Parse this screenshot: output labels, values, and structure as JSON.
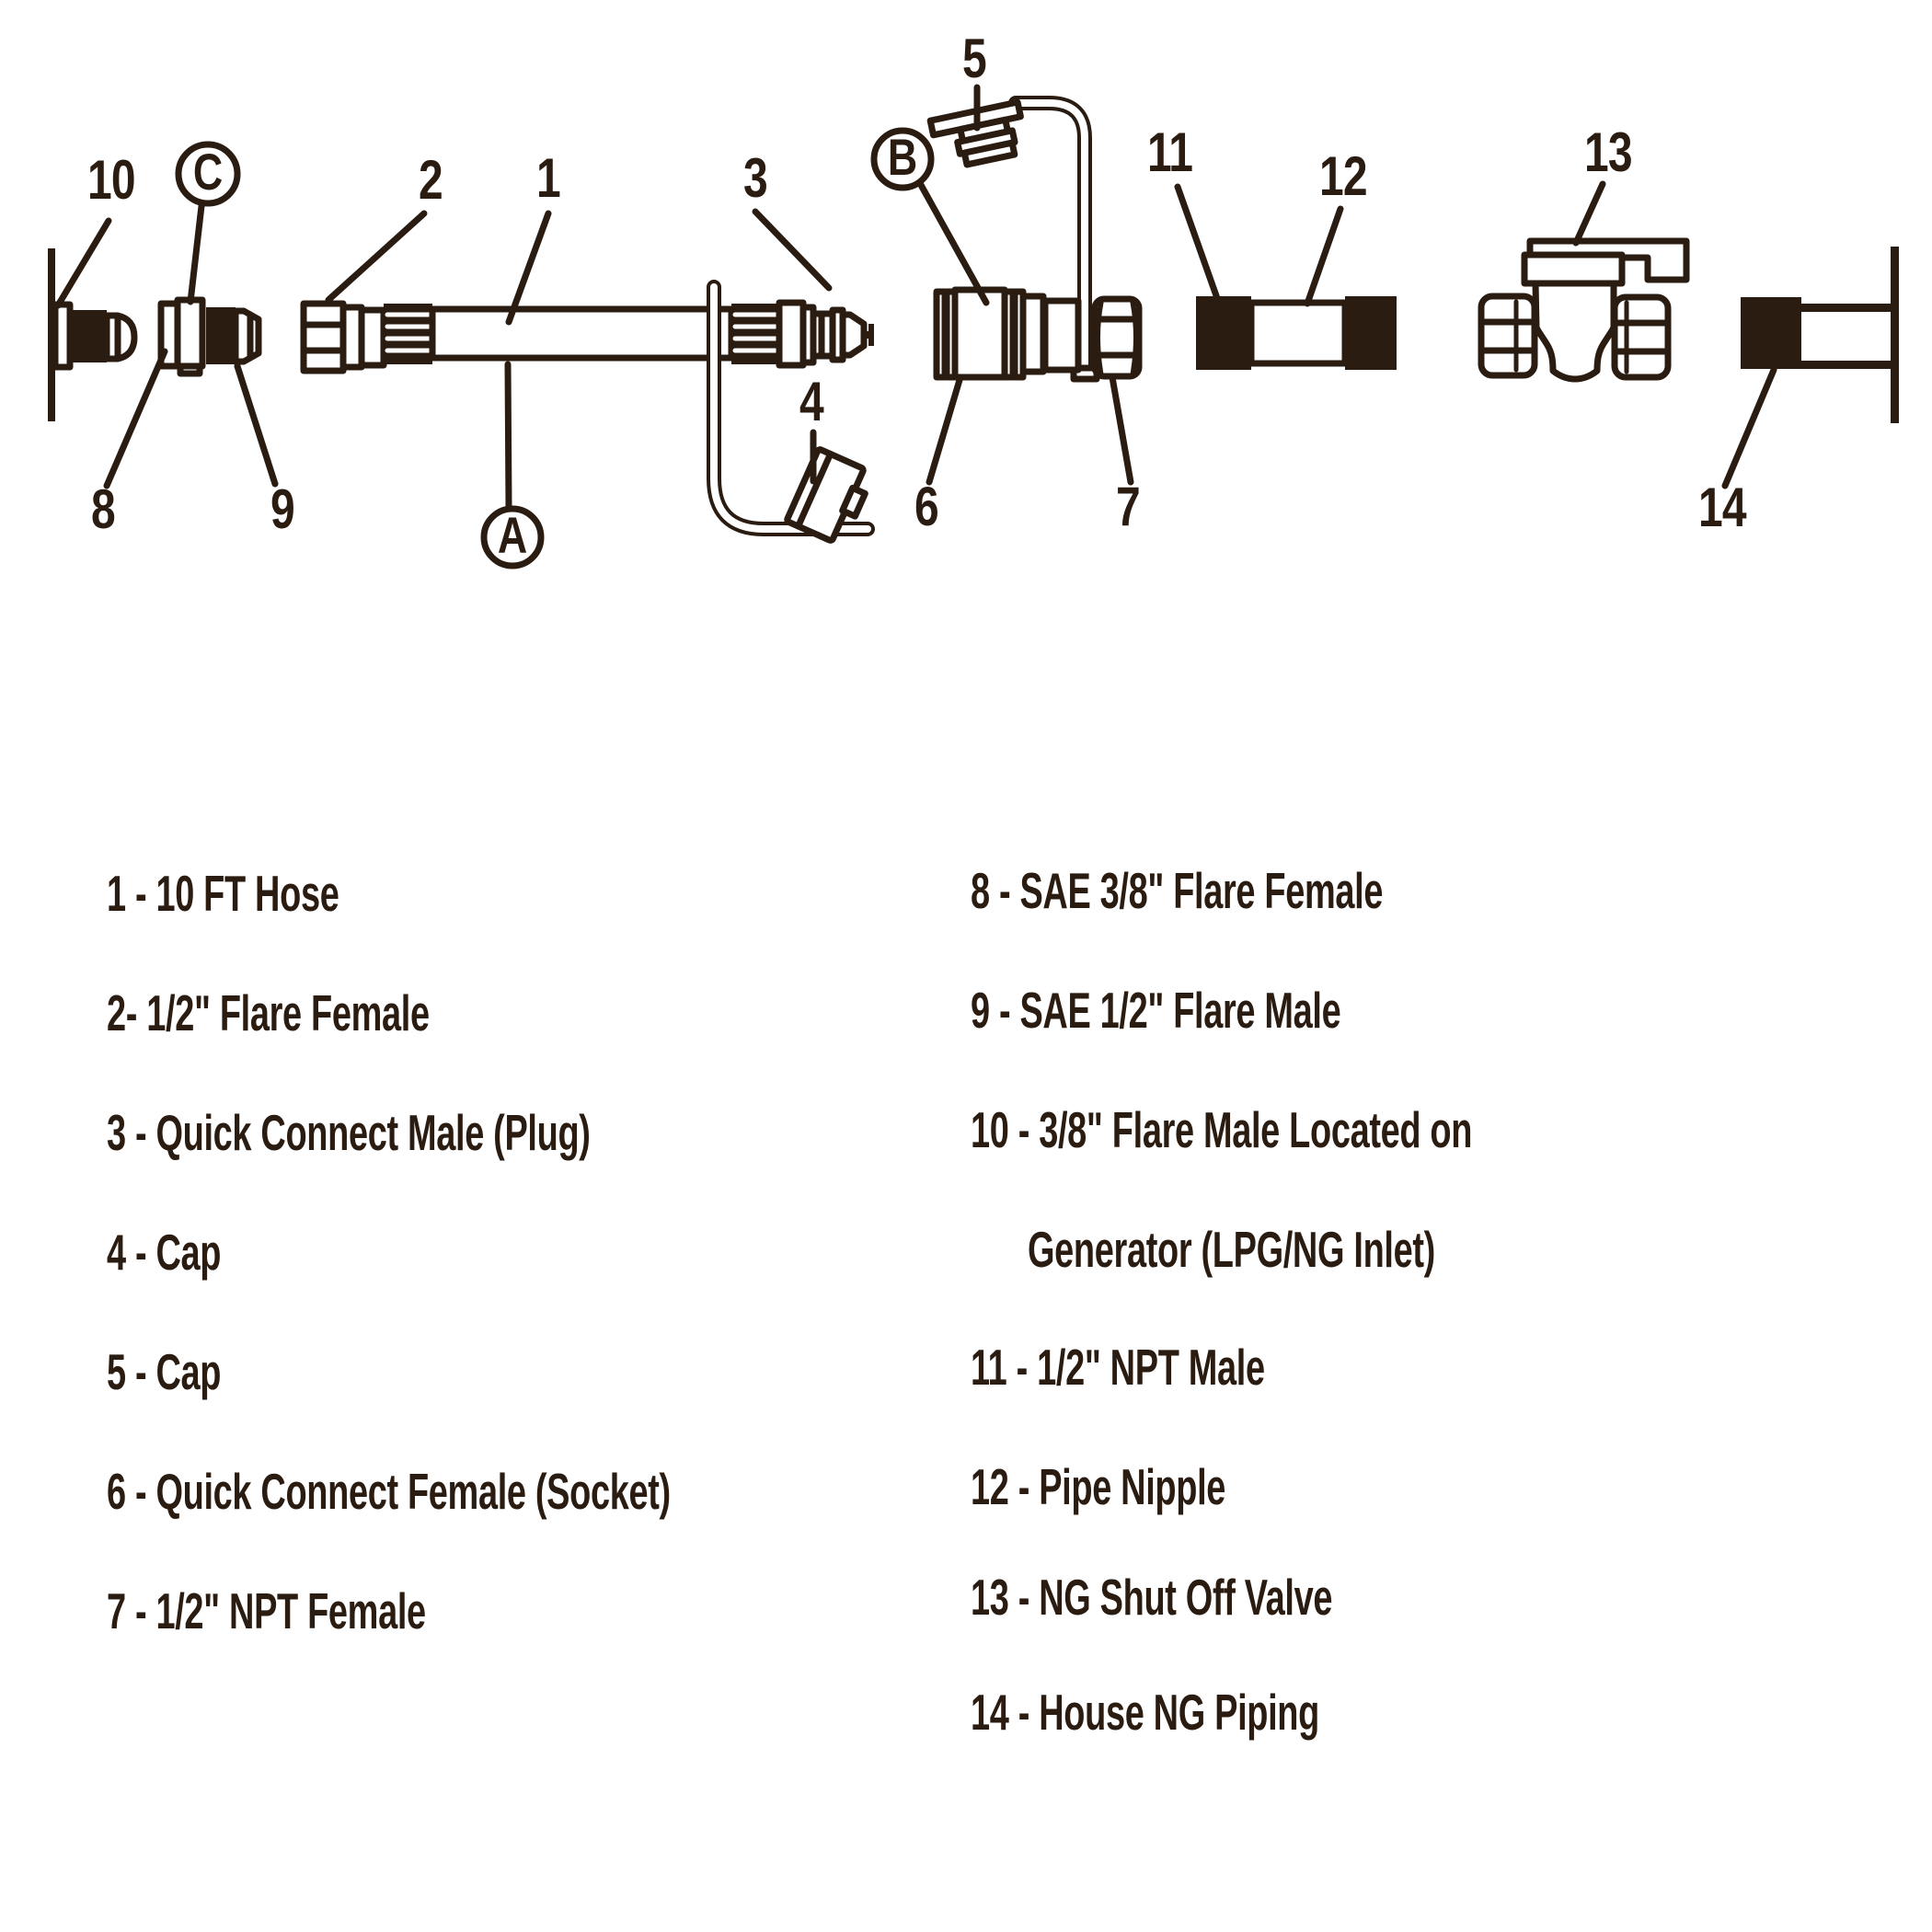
{
  "colors": {
    "ink": "#2b1c12",
    "background": "#ffffff"
  },
  "callouts": {
    "part1": "1",
    "part2": "2",
    "part3": "3",
    "part4": "4",
    "part5": "5",
    "part6": "6",
    "part7": "7",
    "part8": "8",
    "part9": "9",
    "part10": "10",
    "part11": "11",
    "part12": "12",
    "part13": "13",
    "part14": "14",
    "letterA": "A",
    "letterB": "B",
    "letterC": "C"
  },
  "legend": {
    "left": [
      "1 - 10 FT Hose",
      "2- 1/2\" Flare Female",
      "3 - Quick Connect Male (Plug)",
      "4 - Cap",
      "5 - Cap",
      "6 - Quick Connect Female (Socket)",
      "7 - 1/2\" NPT Female"
    ],
    "right": [
      "8 - SAE 3/8\" Flare Female",
      "9 - SAE 1/2\" Flare Male",
      "10 - 3/8\" Flare Male Located on",
      "Generator (LPG/NG Inlet)",
      "11 - 1/2\" NPT Male",
      "12 - Pipe Nipple",
      "13 - NG Shut Off Valve",
      "14 - House NG Piping"
    ]
  }
}
